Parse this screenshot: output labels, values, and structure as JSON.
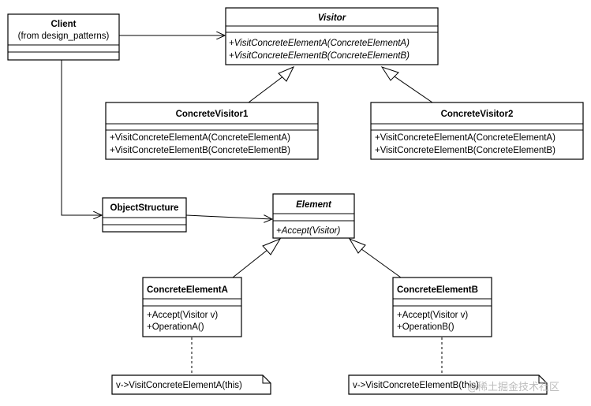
{
  "client": {
    "name": "Client",
    "stereotype": "(from design_patterns)"
  },
  "visitor": {
    "name": "Visitor",
    "methods": [
      "+VisitConcreteElementA(ConcreteElementA)",
      "+VisitConcreteElementB(ConcreteElementB)"
    ]
  },
  "concrete_visitor_1": {
    "name": "ConcreteVisitor1",
    "methods": [
      "+VisitConcreteElementA(ConcreteElementA)",
      "+VisitConcreteElementB(ConcreteElementB)"
    ]
  },
  "concrete_visitor_2": {
    "name": "ConcreteVisitor2",
    "methods": [
      "+VisitConcreteElementA(ConcreteElementA)",
      "+VisitConcreteElementB(ConcreteElementB)"
    ]
  },
  "object_structure": {
    "name": "ObjectStructure"
  },
  "element": {
    "name": "Element",
    "methods": [
      "+Accept(Visitor)"
    ]
  },
  "concrete_element_a": {
    "name": "ConcreteElementA",
    "methods": [
      "+Accept(Visitor v)",
      "+OperationA()"
    ]
  },
  "concrete_element_b": {
    "name": "ConcreteElementB",
    "methods": [
      "+Accept(Visitor v)",
      "+OperationB()"
    ]
  },
  "notes": {
    "a": "v->VisitConcreteElementA(this)",
    "b": "v->VisitConcreteElementB(this)"
  },
  "watermark": "@稀土掘金技术社区"
}
